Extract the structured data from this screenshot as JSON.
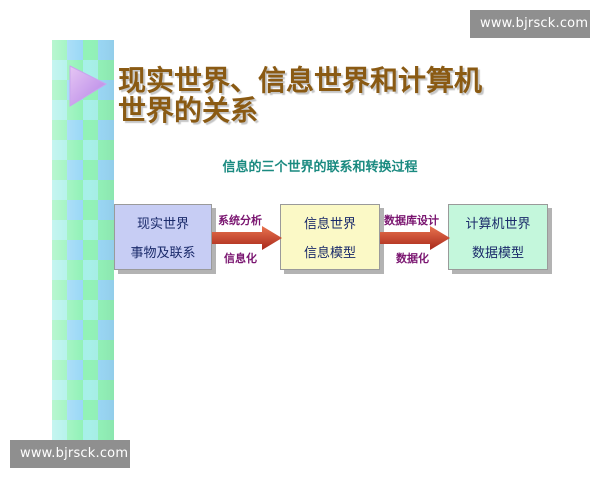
{
  "watermarks": {
    "top": "www.bjrsck.com",
    "bottom": "www.bjrsck.com"
  },
  "title": {
    "line1": "现实世界、信息世界和计算机",
    "line2": "世界的关系"
  },
  "subtitle": "信息的三个世界的联系和转换过程",
  "boxes": [
    {
      "top": "现实世界",
      "bottom": "事物及联系"
    },
    {
      "top": "信息世界",
      "bottom": "信息模型"
    },
    {
      "top": "计算机世界",
      "bottom": "数据模型"
    }
  ],
  "arrows": [
    {
      "top": "系统分析",
      "bottom": "信息化"
    },
    {
      "top": "数据库设计",
      "bottom": "数据化"
    }
  ],
  "colors": {
    "title": "#8a5a13",
    "subtitle": "#1a8a80",
    "arrow_label": "#7a1570",
    "arrow_fill": "#c0392b",
    "box1": "#c7cdf4",
    "box2": "#fbf9c6",
    "box3": "#c4f7dc"
  }
}
